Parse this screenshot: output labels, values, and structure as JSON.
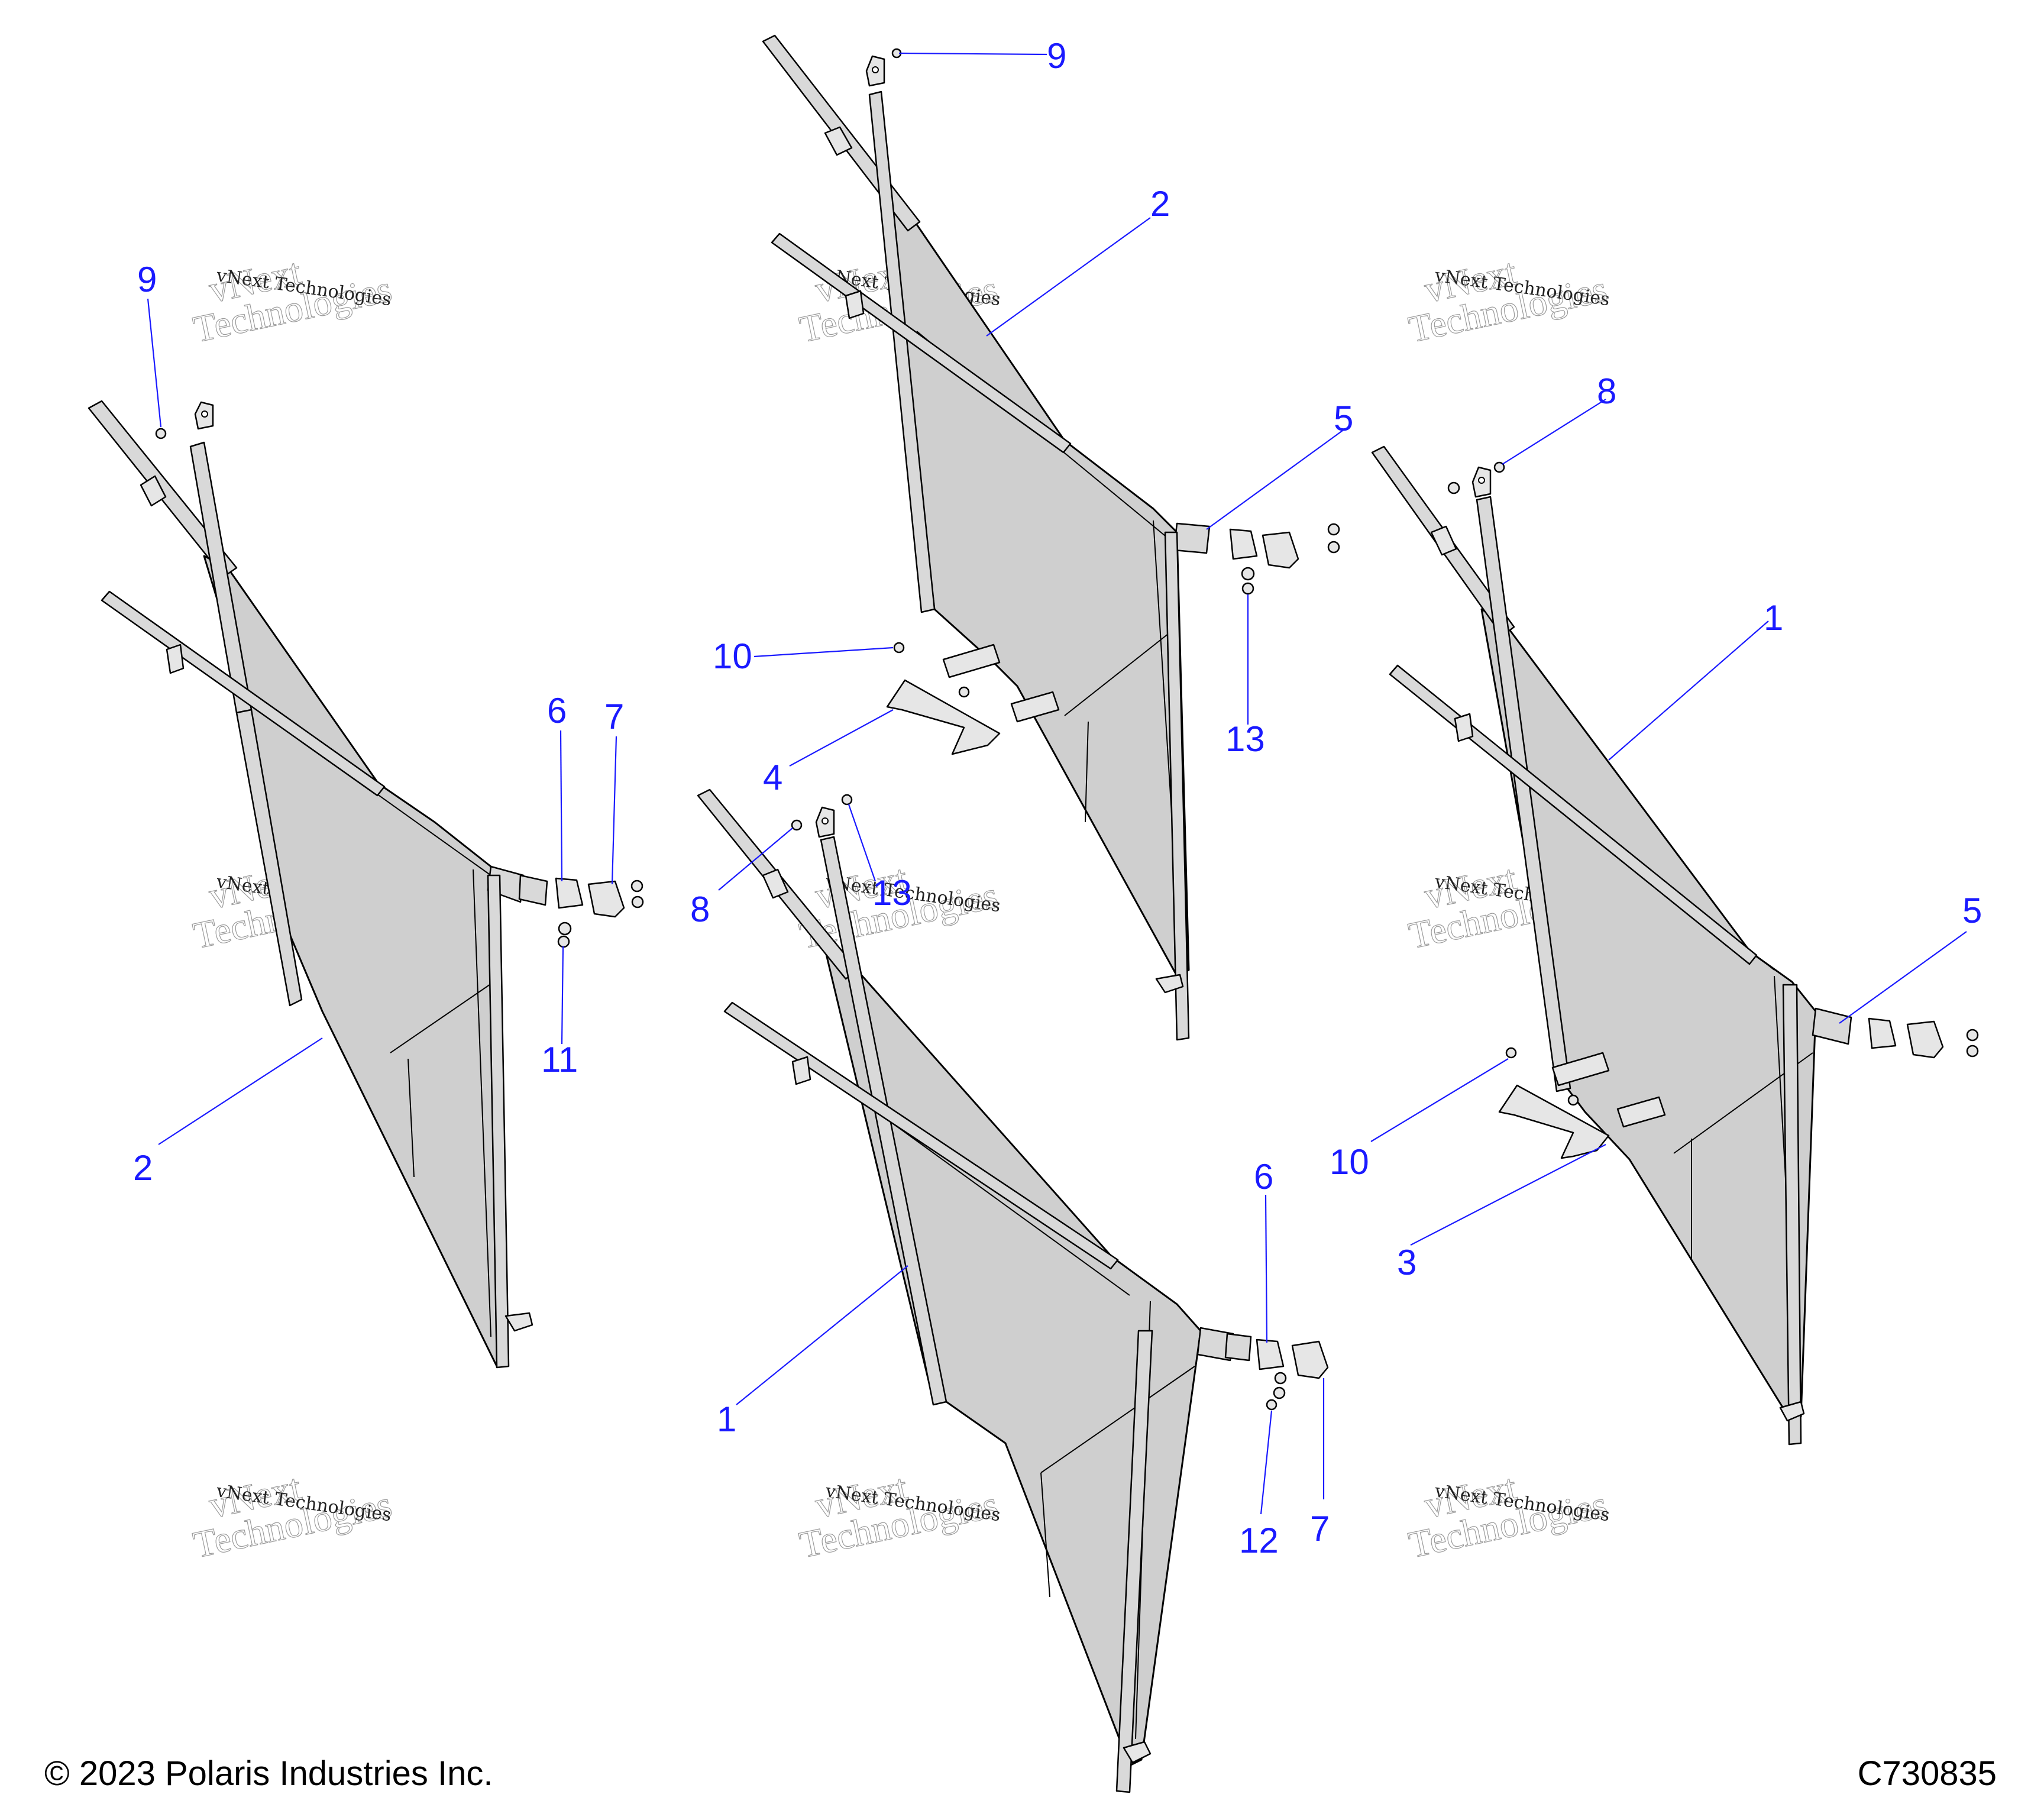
{
  "footer": {
    "copyright": "© 2023 Polaris Industries Inc.",
    "drawing_id": "C730835"
  },
  "watermark": {
    "line1": "vNext",
    "line2": "Technologies",
    "small": "vNext Technologies"
  },
  "callouts": {
    "c9a": "9",
    "c2a": "2",
    "c9b": "9",
    "c2b": "2",
    "c5a": "5",
    "c8a": "8",
    "c1a": "1",
    "c10a": "10",
    "c13a": "13",
    "c4": "4",
    "c6a": "6",
    "c7a": "7",
    "c8b": "8",
    "c13b": "13",
    "c11": "11",
    "c5b": "5",
    "c10b": "10",
    "c3": "3",
    "c6b": "6",
    "c1b": "1",
    "c12": "12",
    "c7b": "7"
  }
}
